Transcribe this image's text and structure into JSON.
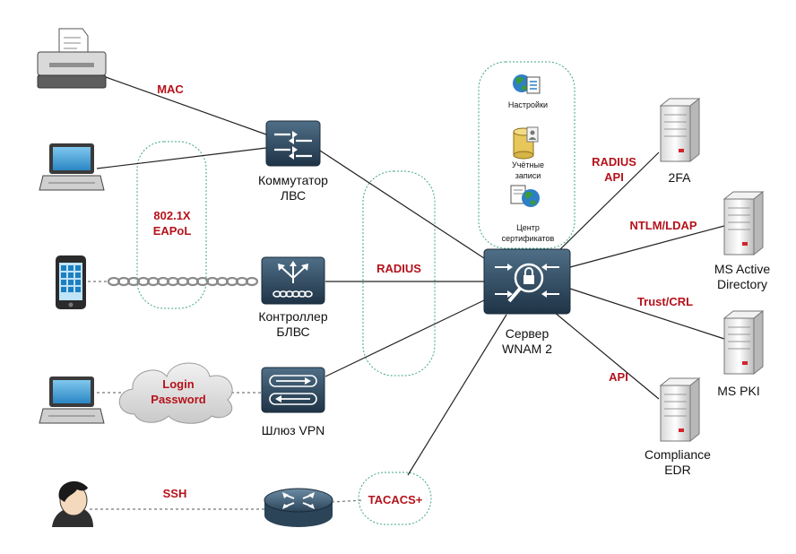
{
  "devices": {
    "switch": {
      "label_line1": "Коммутатор",
      "label_line2": "ЛВС"
    },
    "wlc": {
      "label_line1": "Контроллер",
      "label_line2": "БЛВС"
    },
    "vpn": {
      "label": "Шлюз VPN"
    },
    "server": {
      "label_line1": "Сервер",
      "label_line2": "WNAM 2"
    },
    "twofa": {
      "label": "2FA"
    },
    "msad": {
      "label_line1": "MS Active",
      "label_line2": "Directory"
    },
    "mspki": {
      "label": "MS PKI"
    },
    "edr": {
      "label_line1": "Compliance",
      "label_line2": "EDR"
    }
  },
  "protocols": {
    "mac": "MAC",
    "dot1x_line1": "802.1X",
    "dot1x_line2": "EAPoL",
    "radius": "RADIUS",
    "login": "Login",
    "password": "Password",
    "ssh": "SSH",
    "tacacs": "TACACS+",
    "radius_api_line1": "RADIUS",
    "radius_api_line2": "API",
    "ntlm": "NTLM/LDAP",
    "trust": "Trust/CRL",
    "api": "API"
  },
  "server_components": {
    "settings": "Настройки",
    "accounts_line1": "Учётные",
    "accounts_line2": "записи",
    "ca_line1": "Центр",
    "ca_line2": "сертификатов"
  },
  "colors": {
    "label_red": "#b5121b",
    "zone_border": "#3fa58a",
    "device_dark": "#2f4a60",
    "screen_blue": "#3ea0d8"
  }
}
